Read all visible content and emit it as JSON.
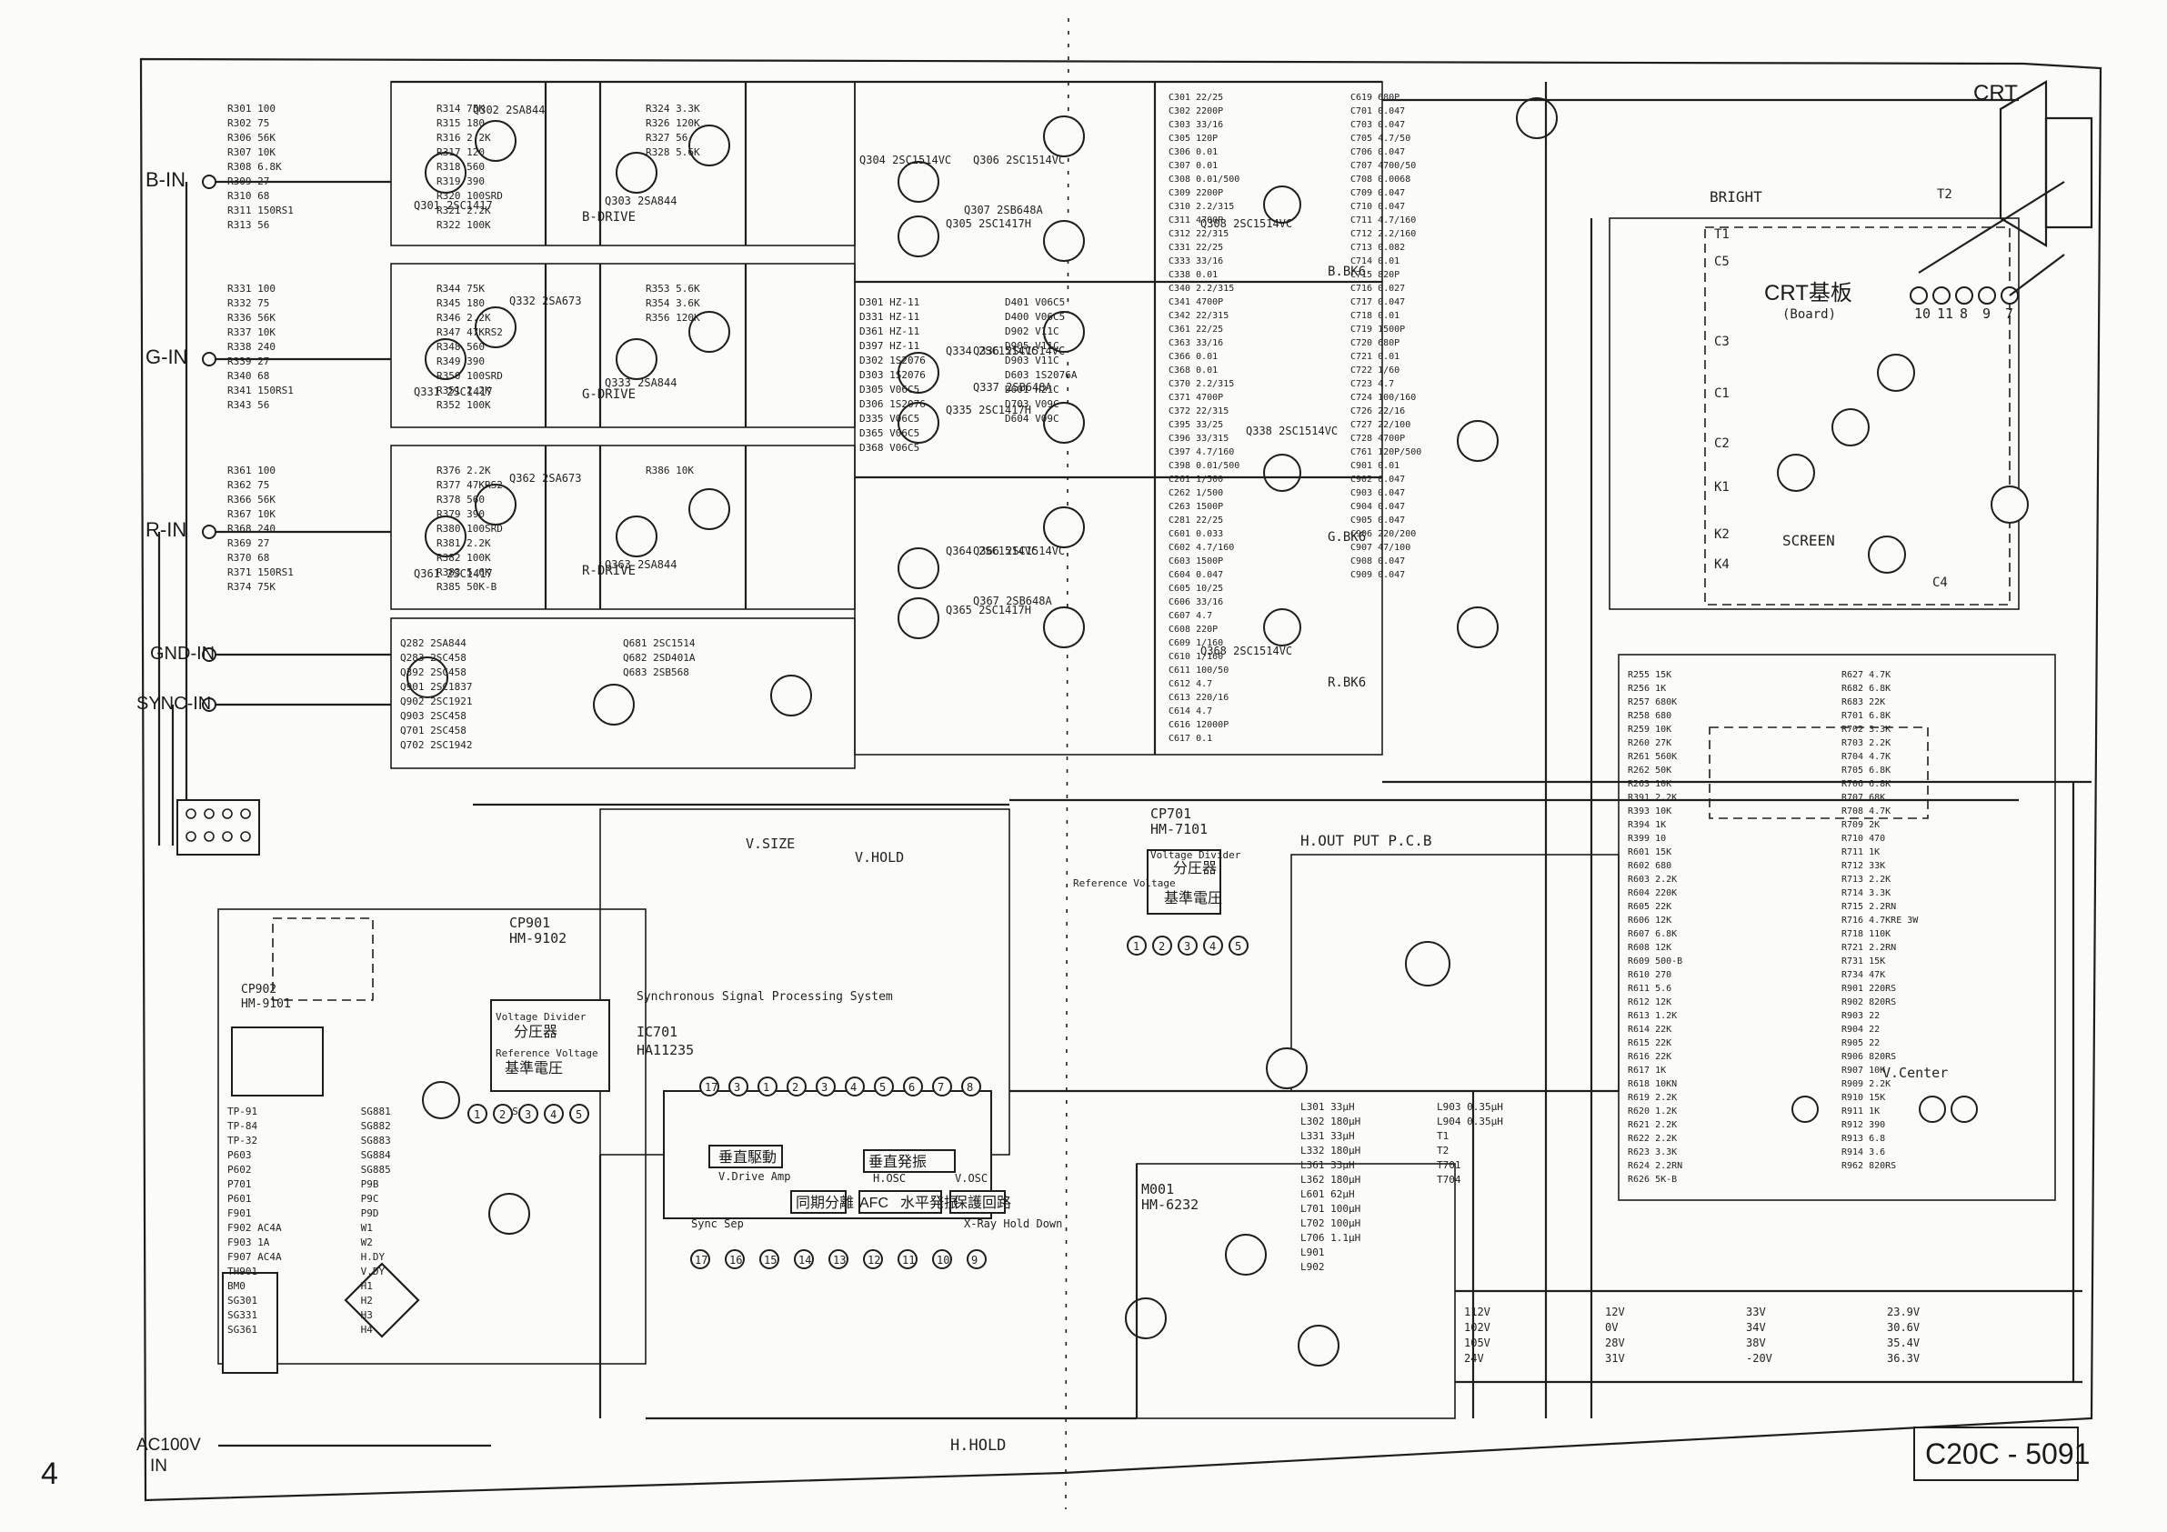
{
  "inputs": {
    "b_in": "B-IN",
    "g_in": "G-IN",
    "r_in": "R-IN",
    "gnd_in": "GND-IN",
    "sync_in": "SYNC-IN",
    "ac_in": "AC100V",
    "ac_in2": "IN"
  },
  "page_number": "4",
  "model_number": "C20C - 5091",
  "crt_label": "CRT",
  "crt_board_label": "CRT基板",
  "crt_board_sub": "(Board)",
  "crt_pins": [
    "10",
    "11",
    "8",
    "9",
    "7"
  ],
  "crt_t_pins": [
    "T2",
    "T1",
    "C5",
    "C3",
    "C1",
    "C2",
    "K1",
    "K2",
    "K4",
    "C4"
  ],
  "bright_label": "BRIGHT",
  "screen_label": "SCREEN",
  "drive_labels": [
    "B-DRIVE",
    "G-DRIVE",
    "R-DRIVE"
  ],
  "bk_labels": [
    "B.BK6",
    "G.BK6",
    "R.BK6"
  ],
  "video_labels": [
    "V.SIZE",
    "V.HOLD",
    "H.HOLD",
    "V.Center"
  ],
  "ic_sync": {
    "name": "IC701",
    "part": "HA11235",
    "desc": "Synchronous Signal Processing System"
  },
  "ic_blocks": [
    "垂直駆動",
    "垂直発振",
    "同期分離",
    "AFC",
    "水平発振",
    "保護回路"
  ],
  "ic_block_subs": [
    "V.Drive Amp",
    "V.OSC",
    "H.OSC",
    "Sync Sep",
    "X-Ray Hold Down"
  ],
  "ic_pins_top": [
    "17",
    "16",
    "15",
    "14",
    "13",
    "12",
    "11",
    "10",
    "9"
  ],
  "ic_pins_top2": [
    "17",
    "3",
    "1",
    "2",
    "3",
    "4",
    "5",
    "6",
    "7",
    "8"
  ],
  "cp_labels": [
    "CP701",
    "HM-7101",
    "CP901",
    "HM-9102",
    "CP902",
    "HM-9101",
    "M001",
    "HM-6232"
  ],
  "cp_blocks": [
    "分圧器",
    "基準電圧",
    "分圧器",
    "基準電圧"
  ],
  "cp_blocks_sub": [
    "Voltage Divider",
    "Reference Voltage",
    "Voltage Divider",
    "Reference Voltage"
  ],
  "cp_pins": [
    "1",
    "2",
    "3",
    "4",
    "5"
  ],
  "hout_label": "H.OUT PUT P.C.B",
  "transistors_top": [
    "Q301 2SC1417",
    "Q302 2SA844",
    "Q303 2SA844",
    "Q304 2SC1514VC",
    "Q305 2SC1417H",
    "Q306 2SC1514VC",
    "Q307 2SB648A",
    "Q308 2SC1514VC"
  ],
  "transistors_mid": [
    "Q331 2SC1417",
    "Q332 2SA673",
    "Q333 2SA844",
    "Q334 2SC1514VC",
    "Q335 2SC1417H",
    "Q336 2SC1514VC",
    "Q337 2SB648A",
    "Q338 2SC1514VC"
  ],
  "transistors_low": [
    "Q361 2SC1417",
    "Q362 2SA673",
    "Q363 2SA844",
    "Q364 2SC1514VC",
    "Q365 2SC1417H",
    "Q366 2SC1514VC",
    "Q367 2SB648A",
    "Q368 2SC1514VC"
  ],
  "transistors_sync": [
    "Q282 2SA844",
    "Q283 2SC458",
    "Q392 2SC458",
    "Q901 2SC1837",
    "Q902 2SC1921",
    "Q903 2SC458",
    "Q701 2SC458",
    "Q702 2SC1942",
    "Q681 2SC1514",
    "Q682 2SD401A",
    "Q683 2SB568"
  ],
  "diodes": [
    "D301 HZ-11",
    "D331 HZ-11",
    "D361 HZ-11",
    "D397 HZ-11",
    "D302 1S2076",
    "D303 1S2076",
    "D305 V06C5",
    "D306 1S2076",
    "D335 V06C5",
    "D365 V06C5",
    "D368 V06C5",
    "D401 V06C5",
    "D400 V06C5",
    "D902 V11C",
    "D905 V11C",
    "D903 V11C",
    "D603 1S2076A",
    "D601 H21C",
    "D703 V09C",
    "D604 V09C"
  ],
  "resistors_top": [
    "R301 100",
    "R302 75",
    "R306 56K",
    "R307 10K",
    "R308 6.8K",
    "R309 27",
    "R310 68",
    "R311 150RS1",
    "R313 56",
    "R314 75K",
    "R315 180",
    "R316 2.2K",
    "R317 120",
    "R318 560",
    "R319 390",
    "R320 100SRD",
    "R321 2.2K",
    "R322 100K",
    "R324 3.3K",
    "R326 120K",
    "R327 56",
    "R328 5.6K"
  ],
  "resistors_mid": [
    "R331 100",
    "R332 75",
    "R336 56K",
    "R337 10K",
    "R338 240",
    "R339 27",
    "R340 68",
    "R341 150RS1",
    "R343 56",
    "R344 75K",
    "R345 180",
    "R346 2.2K",
    "R347 47KRS2",
    "R348 560",
    "R349 390",
    "R350 100SRD",
    "R351 2.2K",
    "R352 100K",
    "R353 5.6K",
    "R354 3.6K",
    "R356 120K"
  ],
  "resistors_low": [
    "R361 100",
    "R362 75",
    "R366 56K",
    "R367 10K",
    "R368 240",
    "R369 27",
    "R370 68",
    "R371 150RS1",
    "R374 75K",
    "R376 2.2K",
    "R377 47KRS2",
    "R378 560",
    "R379 390",
    "R380 100SRD",
    "R381 2.2K",
    "R382 100K",
    "R383 5.6K",
    "R385 50K-B",
    "R386 10K"
  ],
  "resistors_misc": [
    "R255 15K",
    "R256 1K",
    "R257 680K",
    "R258 680",
    "R259 10K",
    "R260 27K",
    "R261 560K",
    "R262 50K",
    "R263 10K",
    "R391 2.2K",
    "R393 10K",
    "R394 1K",
    "R399 10",
    "R601 15K",
    "R602 680",
    "R603 2.2K",
    "R604 220K",
    "R605 22K",
    "R606 12K",
    "R607 6.8K",
    "R608 12K",
    "R609 500-B",
    "R610 270",
    "R611 5.6",
    "R612 12K",
    "R613 1.2K",
    "R614 22K",
    "R615 22K",
    "R616 22K",
    "R617 1K",
    "R618 10KN",
    "R619 2.2K",
    "R620 1.2K",
    "R621 2.2K",
    "R622 2.2K",
    "R623 3.3K",
    "R624 2.2RN",
    "R626 5K-B",
    "R627 4.7K",
    "R682 6.8K",
    "R683 22K",
    "R701 6.8K",
    "R702 3.3K",
    "R703 2.2K",
    "R704 4.7K",
    "R705 6.8K",
    "R706 6.8K",
    "R707 68K",
    "R708 4.7K",
    "R709 2K",
    "R710 470",
    "R711 1K",
    "R712 33K",
    "R713 2.2K",
    "R714 3.3K",
    "R715 2.2RN",
    "R716 4.7KRE 3W",
    "R718 110K",
    "R721 2.2RN",
    "R731 15K",
    "R734 47K",
    "R901 220RS",
    "R902 820RS",
    "R903 22",
    "R904 22",
    "R905 22",
    "R906 820RS",
    "R907 10K",
    "R909 2.2K",
    "R910 15K",
    "R911 1K",
    "R912 390",
    "R913 6.8",
    "R914 3.6",
    "R962 820RS"
  ],
  "capacitors": [
    "C301 22/25",
    "C302 2200P",
    "C303 33/16",
    "C305 120P",
    "C306 0.01",
    "C307 0.01",
    "C308 0.01/500",
    "C309 2200P",
    "C310 2.2/315",
    "C311 4700P",
    "C312 22/315",
    "C331 22/25",
    "C333 33/16",
    "C338 0.01",
    "C340 2.2/315",
    "C341 4700P",
    "C342 22/315",
    "C361 22/25",
    "C363 33/16",
    "C366 0.01",
    "C368 0.01",
    "C370 2.2/315",
    "C371 4700P",
    "C372 22/315",
    "C395 33/25",
    "C396 33/315",
    "C397 4.7/160",
    "C398 0.01/500",
    "C261 1/500",
    "C262 1/500",
    "C263 1500P",
    "C281 22/25",
    "C601 0.033",
    "C602 4.7/160",
    "C603 1500P",
    "C604 0.047",
    "C605 10/25",
    "C606 33/16",
    "C607 4.7",
    "C608 220P",
    "C609 1/160",
    "C610 1/160",
    "C611 100/50",
    "C612 4.7",
    "C613 220/16",
    "C614 4.7",
    "C616 12000P",
    "C617 0.1",
    "C619 680P",
    "C701 0.047",
    "C703 0.047",
    "C705 4.7/50",
    "C706 0.047",
    "C707 4700/50",
    "C708 0.0068",
    "C709 0.047",
    "C710 0.047",
    "C711 4.7/160",
    "C712 2.2/160",
    "C713 0.082",
    "C714 0.01",
    "C715 820P",
    "C716 0.027",
    "C717 0.047",
    "C718 0.01",
    "C719 1500P",
    "C720 680P",
    "C721 0.01",
    "C722 1/60",
    "C723 4.7",
    "C724 100/160",
    "C726 22/16",
    "C727 22/100",
    "C728 4700P",
    "C761 120P/500",
    "C901 0.01",
    "C902 0.047",
    "C903 0.047",
    "C904 0.047",
    "C905 0.047",
    "C906 220/200",
    "C907 47/100",
    "C908 0.047",
    "C909 0.047"
  ],
  "coils": [
    "L301 33μH",
    "L302 180μH",
    "L331 33μH",
    "L332 180μH",
    "L361 33μH",
    "L362 180μH",
    "L601 62μH",
    "L701 100μH",
    "L702 100μH",
    "L706 1.1μH",
    "L901",
    "L902",
    "L903 0.35μH",
    "L904 0.35μH",
    "T1",
    "T2",
    "T701",
    "T704"
  ],
  "connectors": [
    "TP-91",
    "TP-84",
    "TP-32",
    "P603",
    "P602",
    "P701",
    "P601",
    "F901",
    "F902 AC4A",
    "F903 1A",
    "F907 AC4A",
    "TH901",
    "BM0",
    "SG301",
    "SG331",
    "SG361",
    "SG881",
    "SG882",
    "SG883",
    "SG884",
    "SG885",
    "P9B",
    "P9C",
    "P9D",
    "W1",
    "W2",
    "H.DY",
    "V.DY",
    "H1",
    "H2",
    "H3",
    "H4",
    "V.OSC"
  ],
  "voltages": [
    "112V",
    "102V",
    "105V",
    "24V",
    "12V",
    "0V",
    "28V",
    "31V",
    "33V",
    "34V",
    "38V",
    "-20V",
    "23.9V",
    "30.6V",
    "35.4V",
    "36.3V"
  ]
}
